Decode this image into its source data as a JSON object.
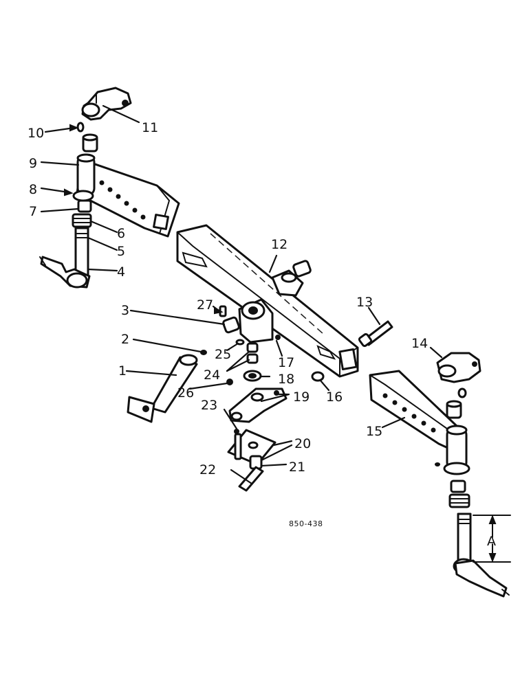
{
  "labels": {
    "l1": "1",
    "l2": "2",
    "l3": "3",
    "l4": "4",
    "l5": "5",
    "l6": "6",
    "l7": "7",
    "l8": "8",
    "l9": "9",
    "l10": "10",
    "l11": "11",
    "l12": "12",
    "l13": "13",
    "l14": "14",
    "l15": "15",
    "l16": "16",
    "l17": "17",
    "l18": "18",
    "l19": "19",
    "l20": "20",
    "l21": "21",
    "l22": "22",
    "l23": "23",
    "l24": "24",
    "l25": "25",
    "l26": "26",
    "l27": "27",
    "dimA": "A"
  },
  "figure_code": "850-438"
}
